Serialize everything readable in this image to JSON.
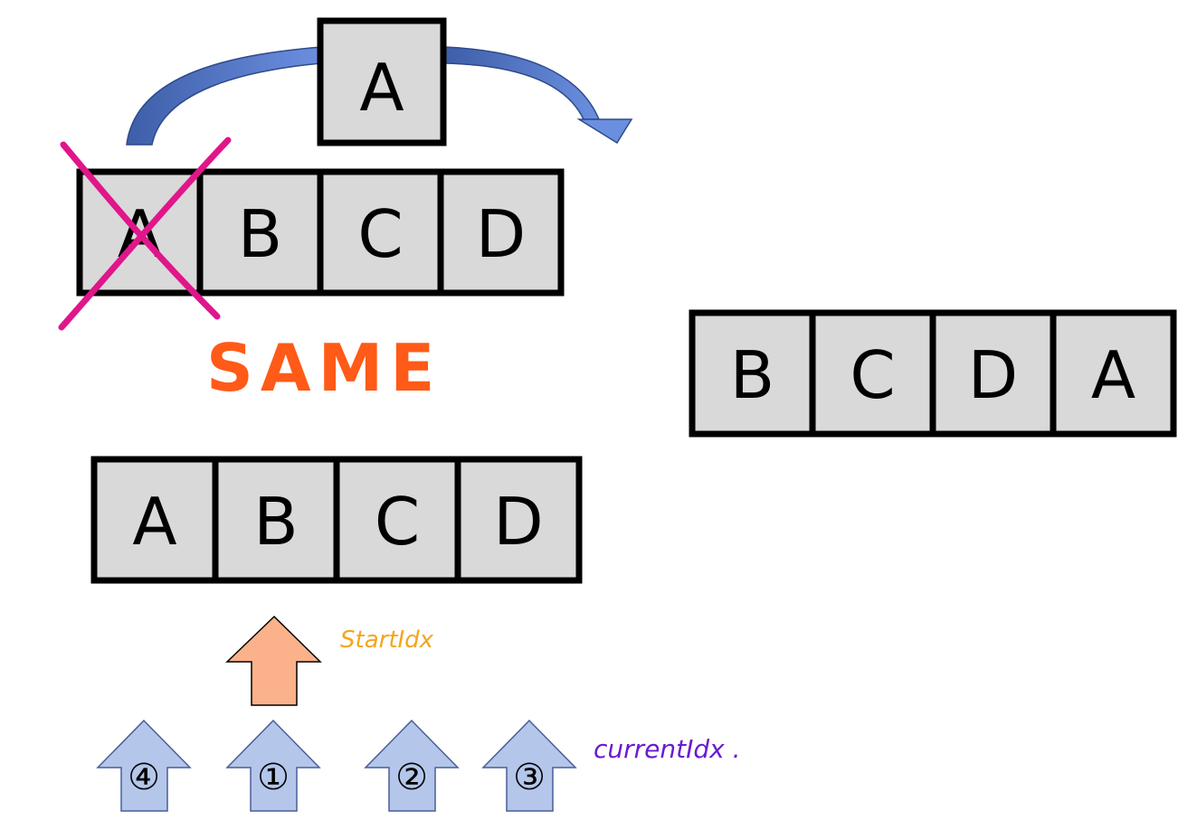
{
  "moving_box": {
    "label": "A"
  },
  "top_row": {
    "cells": [
      "A",
      "B",
      "C",
      "D"
    ]
  },
  "result_row": {
    "cells": [
      "B",
      "C",
      "D",
      "A"
    ]
  },
  "bottom_row": {
    "cells": [
      "A",
      "B",
      "C",
      "D"
    ]
  },
  "annotations": {
    "same": "SAME",
    "start_idx": "StartIdx",
    "current_idx": "currentIdx ."
  },
  "pointers": {
    "start": {
      "column": 1,
      "color": "#fbb28a"
    },
    "current": [
      {
        "column": 0,
        "order": "④"
      },
      {
        "column": 1,
        "order": "①"
      },
      {
        "column": 2,
        "order": "②"
      },
      {
        "column": 3,
        "order": "③"
      }
    ]
  },
  "colors": {
    "cell_fill": "#d9d9d9",
    "cross": "#e0168b",
    "same_text": "#ff5a17",
    "start_label": "#f4a61c",
    "current_label": "#6a1bd0",
    "current_arrow": "#b4c6ea",
    "curve_arrow": "#4a6fb8"
  }
}
